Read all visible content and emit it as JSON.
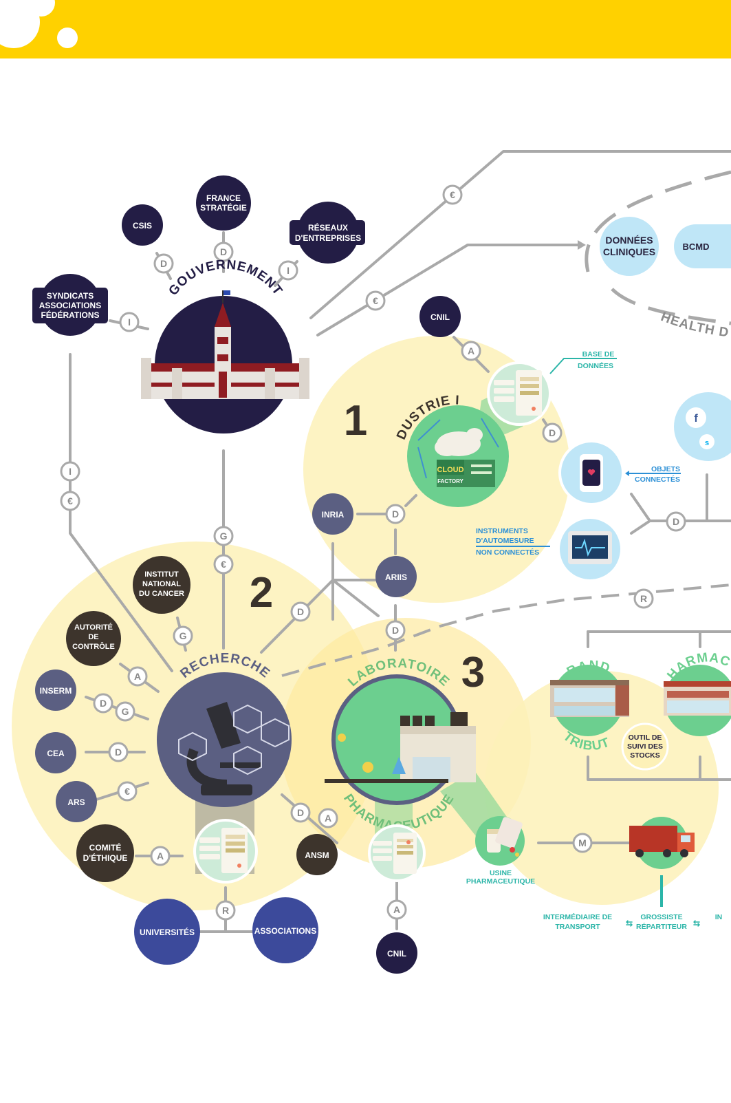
{
  "colors": {
    "header_yellow": "#FFD100",
    "navy": "#231d45",
    "dark_brown": "#3d342c",
    "slate": "#5b5f82",
    "royal_blue": "#3c4a9b",
    "light_yellow": "#fdf1b8",
    "green": "#6ccf8f",
    "light_blue": "#bfe6f7",
    "connector_gray": "#a9a9a9",
    "teal": "#2bb5a8"
  },
  "header": {
    "decoration": "white-bubbles"
  },
  "government": {
    "title": "GOUVERNEMENT",
    "icon": "parliament-building-icon",
    "satellites": {
      "csis": "CSIS",
      "france_strategie": [
        "FRANCE",
        "STRATÉGIE"
      ],
      "reseaux": [
        "RÉSEAUX",
        "D'ENTREPRISES"
      ],
      "syndicats": [
        "SYNDICATS",
        "ASSOCIATIONS",
        "FÉDÉRATIONS"
      ]
    }
  },
  "health_data": {
    "donnees_cliniques": [
      "DONNÉES",
      "CLINIQUES"
    ],
    "bcmd": "BCMD",
    "label": "HEALTH D"
  },
  "cluster1": {
    "number": "1",
    "title": "INDUSTRIE IOT",
    "cloud_sign": "CLOUD",
    "factory_sign": "FACTORY",
    "cnil": "CNIL",
    "inria": "INRIA",
    "ariis": "ARIIS",
    "base_de_donnees": [
      "BASE DE",
      "DONNÉES"
    ],
    "objets_connectes": [
      "OBJETS",
      "CONNECTÉS"
    ],
    "instruments": [
      "INSTRUMENTS",
      "D'AUTOMESURE",
      "NON CONNECTÉS"
    ]
  },
  "cluster2": {
    "number": "2",
    "title": "RECHERCHE",
    "institut": [
      "INSTITUT",
      "NATIONAL",
      "DU CANCER"
    ],
    "autorite": [
      "AUTORITÉ",
      "DE",
      "CONTRÔLE"
    ],
    "inserm": "INSERM",
    "cea": "CEA",
    "ars": "ARS",
    "comite": [
      "COMITÉ",
      "D'ÉTHIQUE"
    ],
    "ansm": "ANSM",
    "universites": "UNIVERSITÉS",
    "associations": "ASSOCIATIONS"
  },
  "cluster3": {
    "number": "3",
    "title_top": "LABORATOIRE",
    "title_bottom": "PHARMACEUTIQUE",
    "cnil": "CNIL",
    "usine": [
      "USINE",
      "PHARMACEUTIQUE"
    ]
  },
  "distribution": {
    "grande": "GRANDE",
    "distribution": "DISTRIBUTION",
    "pharmacie": "PHARMACIE",
    "outil": [
      "OUTIL DE",
      "SUIVI DES",
      "STOCKS"
    ],
    "intermediaire": [
      "INTERMÉDIAIRE DE",
      "TRANSPORT"
    ],
    "grossiste": [
      "GROSSISTE",
      "RÉPARTITEUR"
    ],
    "cut_label": "IN"
  },
  "badges": {
    "euro": "€",
    "d": "D",
    "i": "I",
    "a": "A",
    "g": "G",
    "r": "R",
    "m": "M"
  },
  "icons": {
    "facebook": "facebook-icon",
    "skype": "skype-icon",
    "smartwatch": "smartwatch-icon",
    "monitor": "heart-monitor-icon",
    "microscope": "microscope-icon",
    "database": "database-document-icon",
    "pills": "pills-icon",
    "truck": "delivery-truck-icon"
  }
}
